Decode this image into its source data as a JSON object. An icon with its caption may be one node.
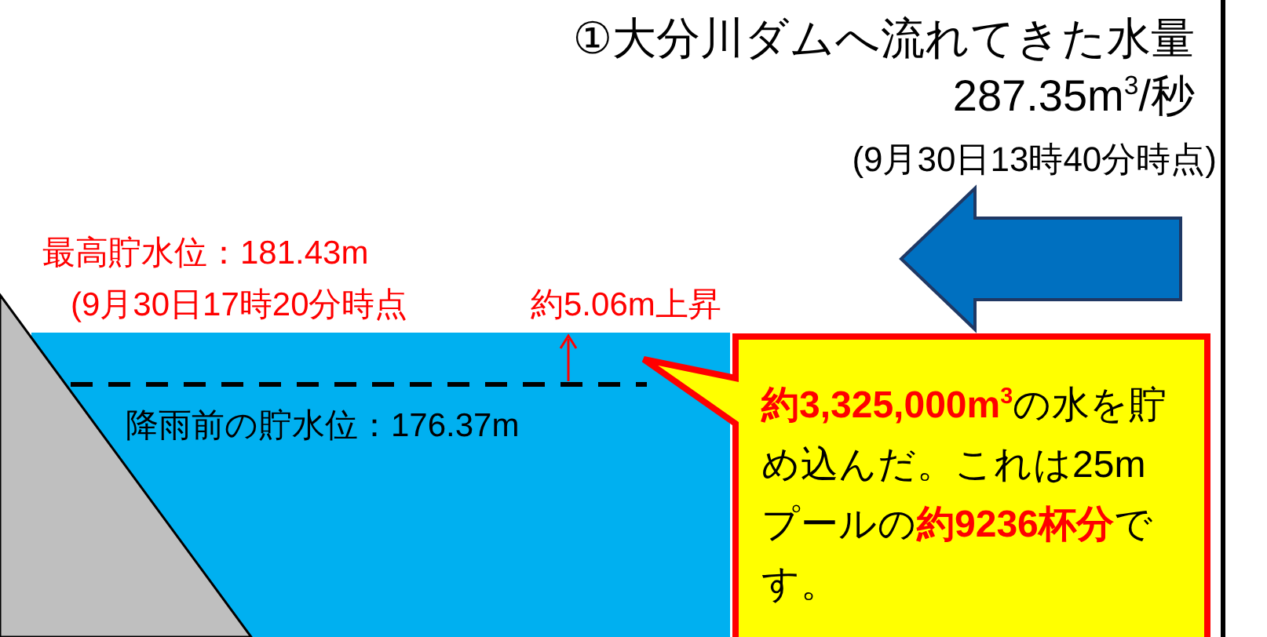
{
  "diagram": {
    "nodes": [
      {
        "text": [
          "**約3,325,000m$^{3}$**の水を貯め込んだ。これは25mプールの**約9236杯分**です。"
        ]
      }
    ],
    "labels": [
      "①大分川ダムへ流れてきた水量",
      "287.35m$^{3}$/秒",
      "(9月30日13時40分時点)",
      "最高貯水位：181.43m",
      "(9月30日17時20分時点",
      "約5.06m上昇",
      "降雨前の貯水位：176.37m"
    ]
  }
}
